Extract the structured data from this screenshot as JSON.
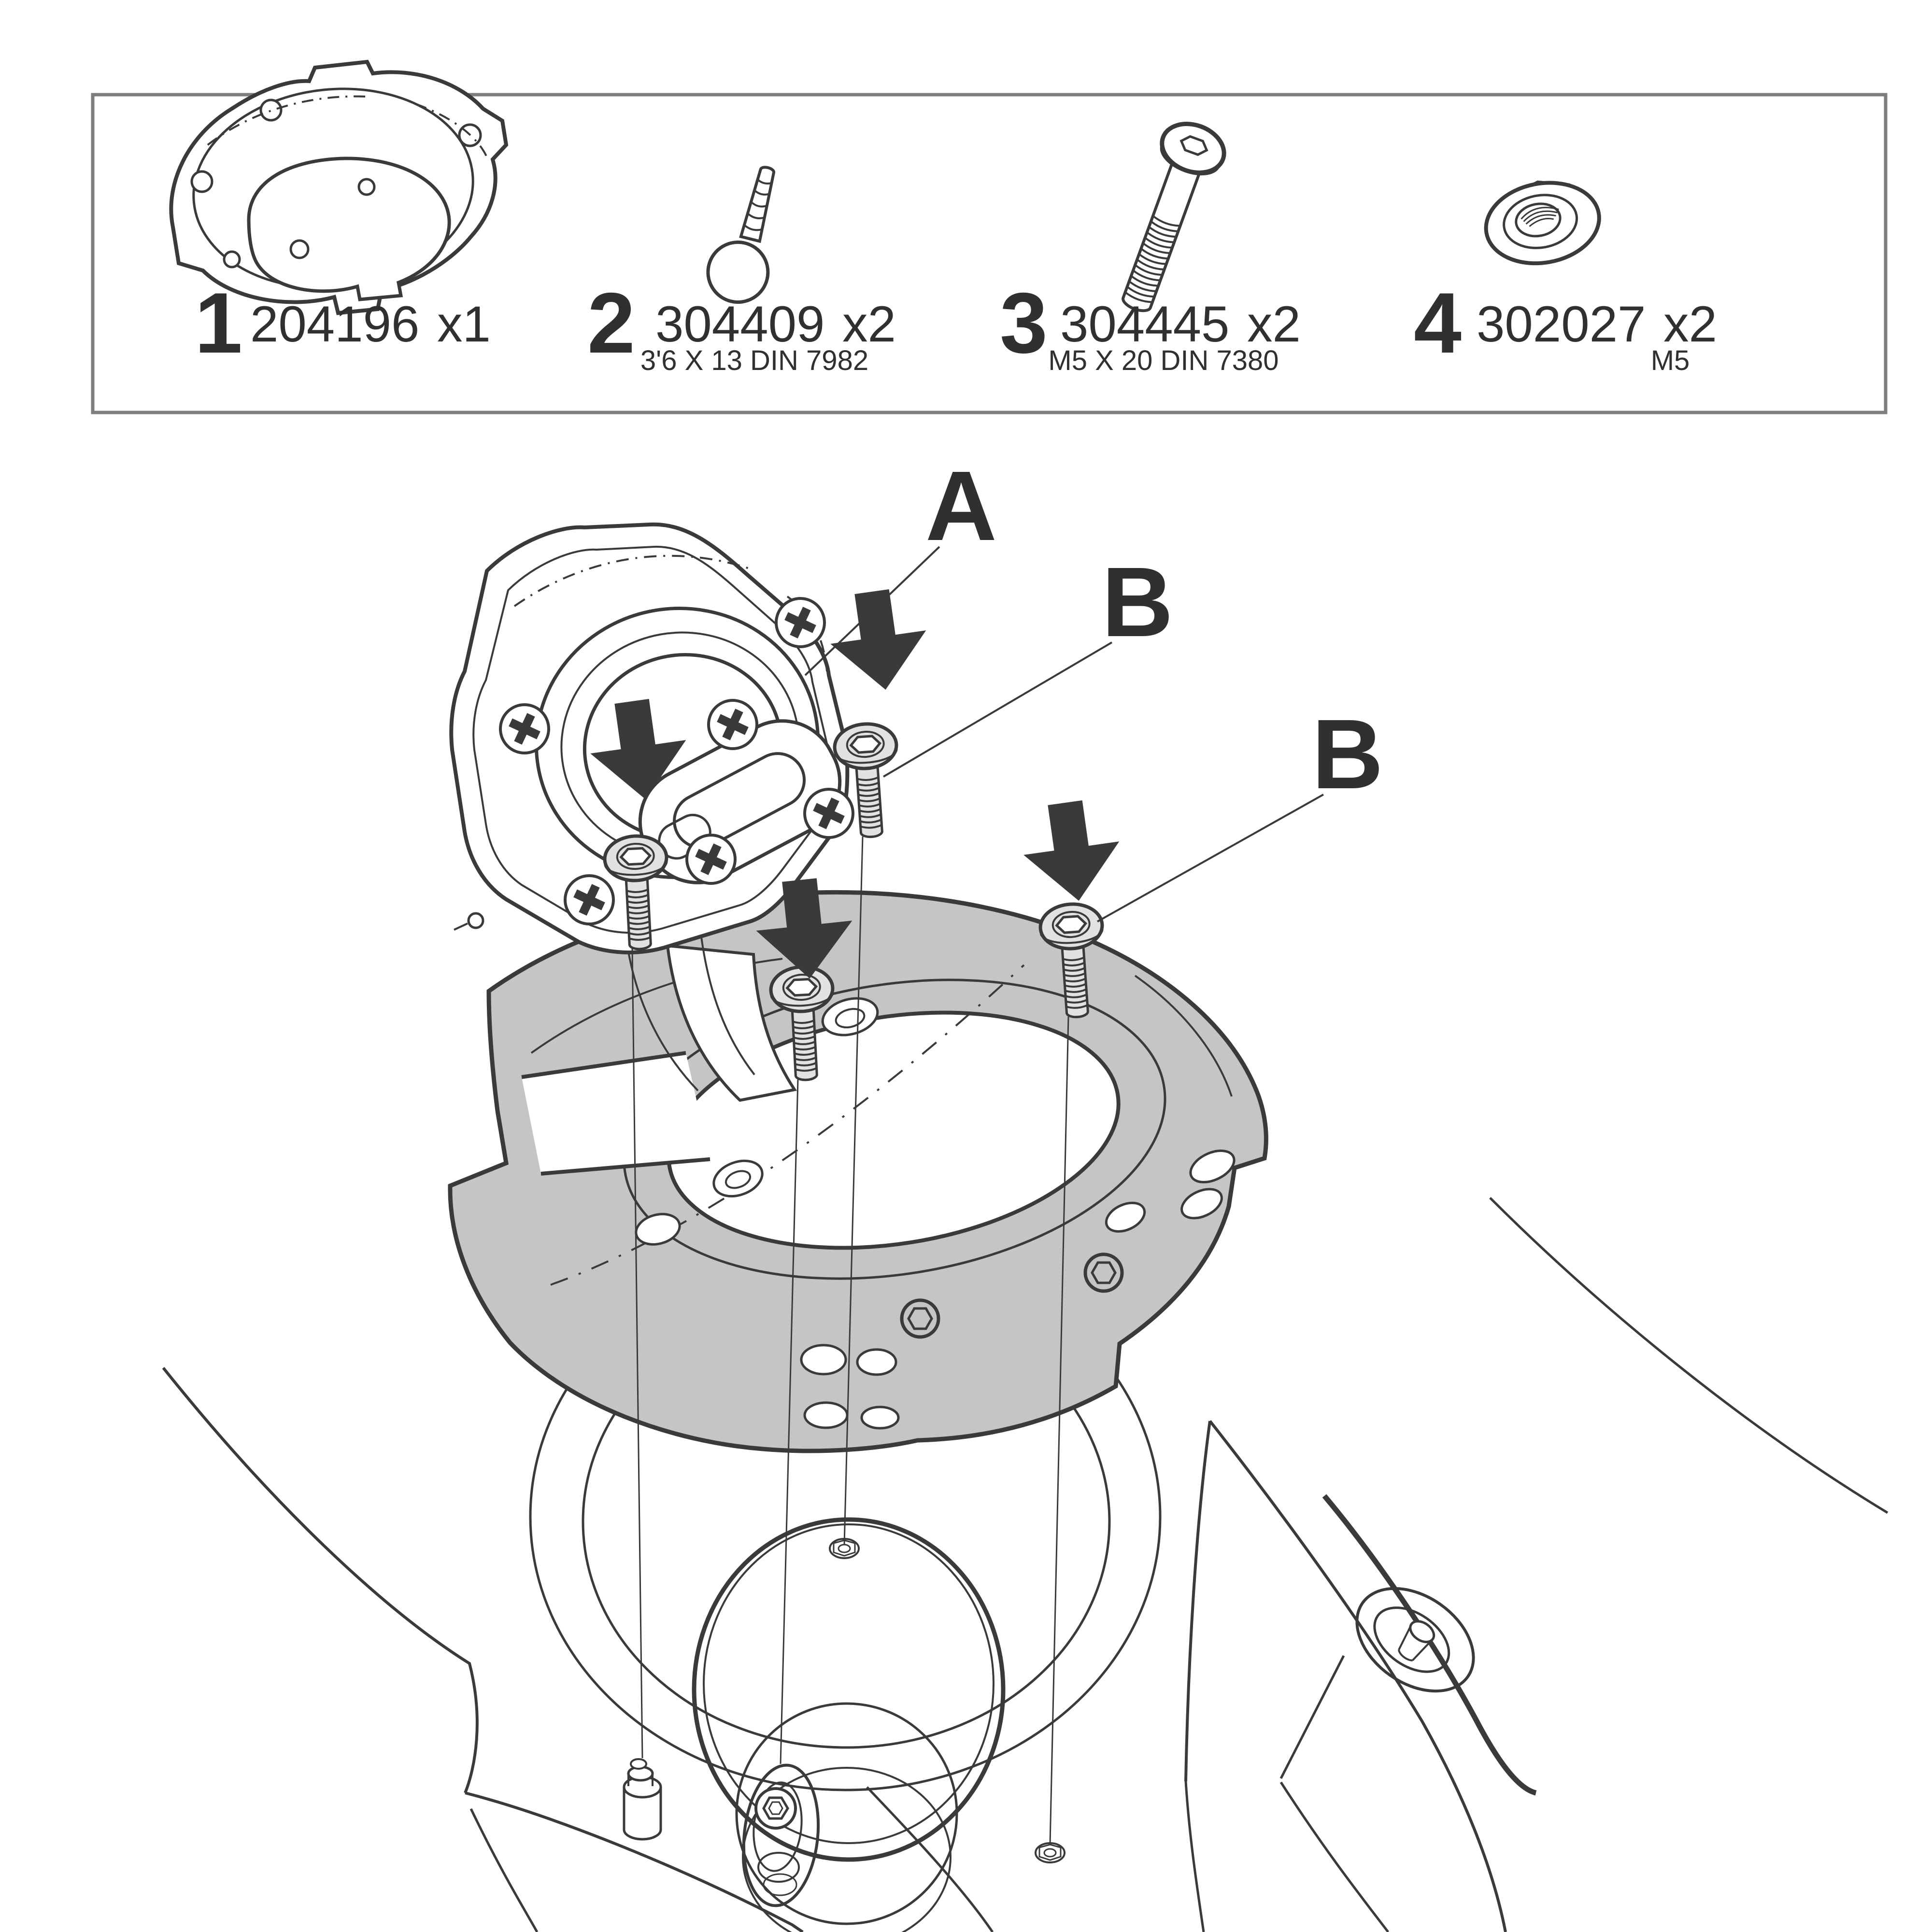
{
  "document": {
    "kind": "assembly-instruction-diagram",
    "subject": "tank ring mounting kit exploded view",
    "background": "#ffffff"
  },
  "colors": {
    "line": "#3a3a3a",
    "text": "#303030",
    "gray_part_fill": "#c5c5c5",
    "screw_fill": "#e2e2e2",
    "box_border": "#7e7e7e",
    "arrow_fill": "#3a3a3a"
  },
  "parts_box": {
    "items": [
      {
        "number": "1",
        "part_code": "204196",
        "quantity": "x1",
        "spec": "",
        "icon": "tank-ring-adapter-plate-icon"
      },
      {
        "number": "2",
        "part_code": "304409",
        "quantity": "x2",
        "spec": "3'6 X 13 DIN 7982",
        "icon": "self-tapping-screw-icon"
      },
      {
        "number": "3",
        "part_code": "304445",
        "quantity": "x2",
        "spec": "M5 X 20 DIN 7380",
        "icon": "button-head-screw-icon"
      },
      {
        "number": "4",
        "part_code": "302027",
        "quantity": "x2",
        "spec": "M5",
        "icon": "flange-nut-icon"
      }
    ]
  },
  "diagram": {
    "callouts": [
      {
        "id": "A",
        "text": "A"
      },
      {
        "id": "B1",
        "text": "B"
      },
      {
        "id": "B2",
        "text": "B"
      }
    ],
    "components": [
      "quick-lock-adapter-assembly",
      "down-arrow x4",
      "m5-screw x4",
      "gray-mounting-ring",
      "fuel-tank-top"
    ]
  }
}
